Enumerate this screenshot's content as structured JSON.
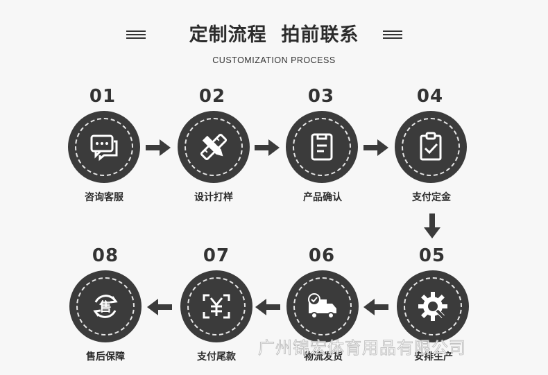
{
  "header": {
    "title": "定制流程  拍前联系",
    "subtitle": "CUSTOMIZATION PROCESS"
  },
  "steps": [
    {
      "num": "01",
      "label": "咨询客服",
      "icon": "chat-icon"
    },
    {
      "num": "02",
      "label": "设计打样",
      "icon": "pencil-ruler-icon"
    },
    {
      "num": "03",
      "label": "产品确认",
      "icon": "clipboard-icon"
    },
    {
      "num": "04",
      "label": "支付定金",
      "icon": "checklist-icon"
    },
    {
      "num": "05",
      "label": "安排生产",
      "icon": "gear-wrench-icon"
    },
    {
      "num": "06",
      "label": "物流发货",
      "icon": "truck-icon"
    },
    {
      "num": "07",
      "label": "支付尾款",
      "icon": "yen-icon"
    },
    {
      "num": "08",
      "label": "售后保障",
      "icon": "after-sales-icon",
      "glyph": "售"
    }
  ],
  "watermark": "广州锦宏体育用品有限公司",
  "colors": {
    "circle": "#3b3b3b",
    "ring": "#e6e6e6",
    "text": "#2b2b2b",
    "background": "#f7f7f7"
  }
}
